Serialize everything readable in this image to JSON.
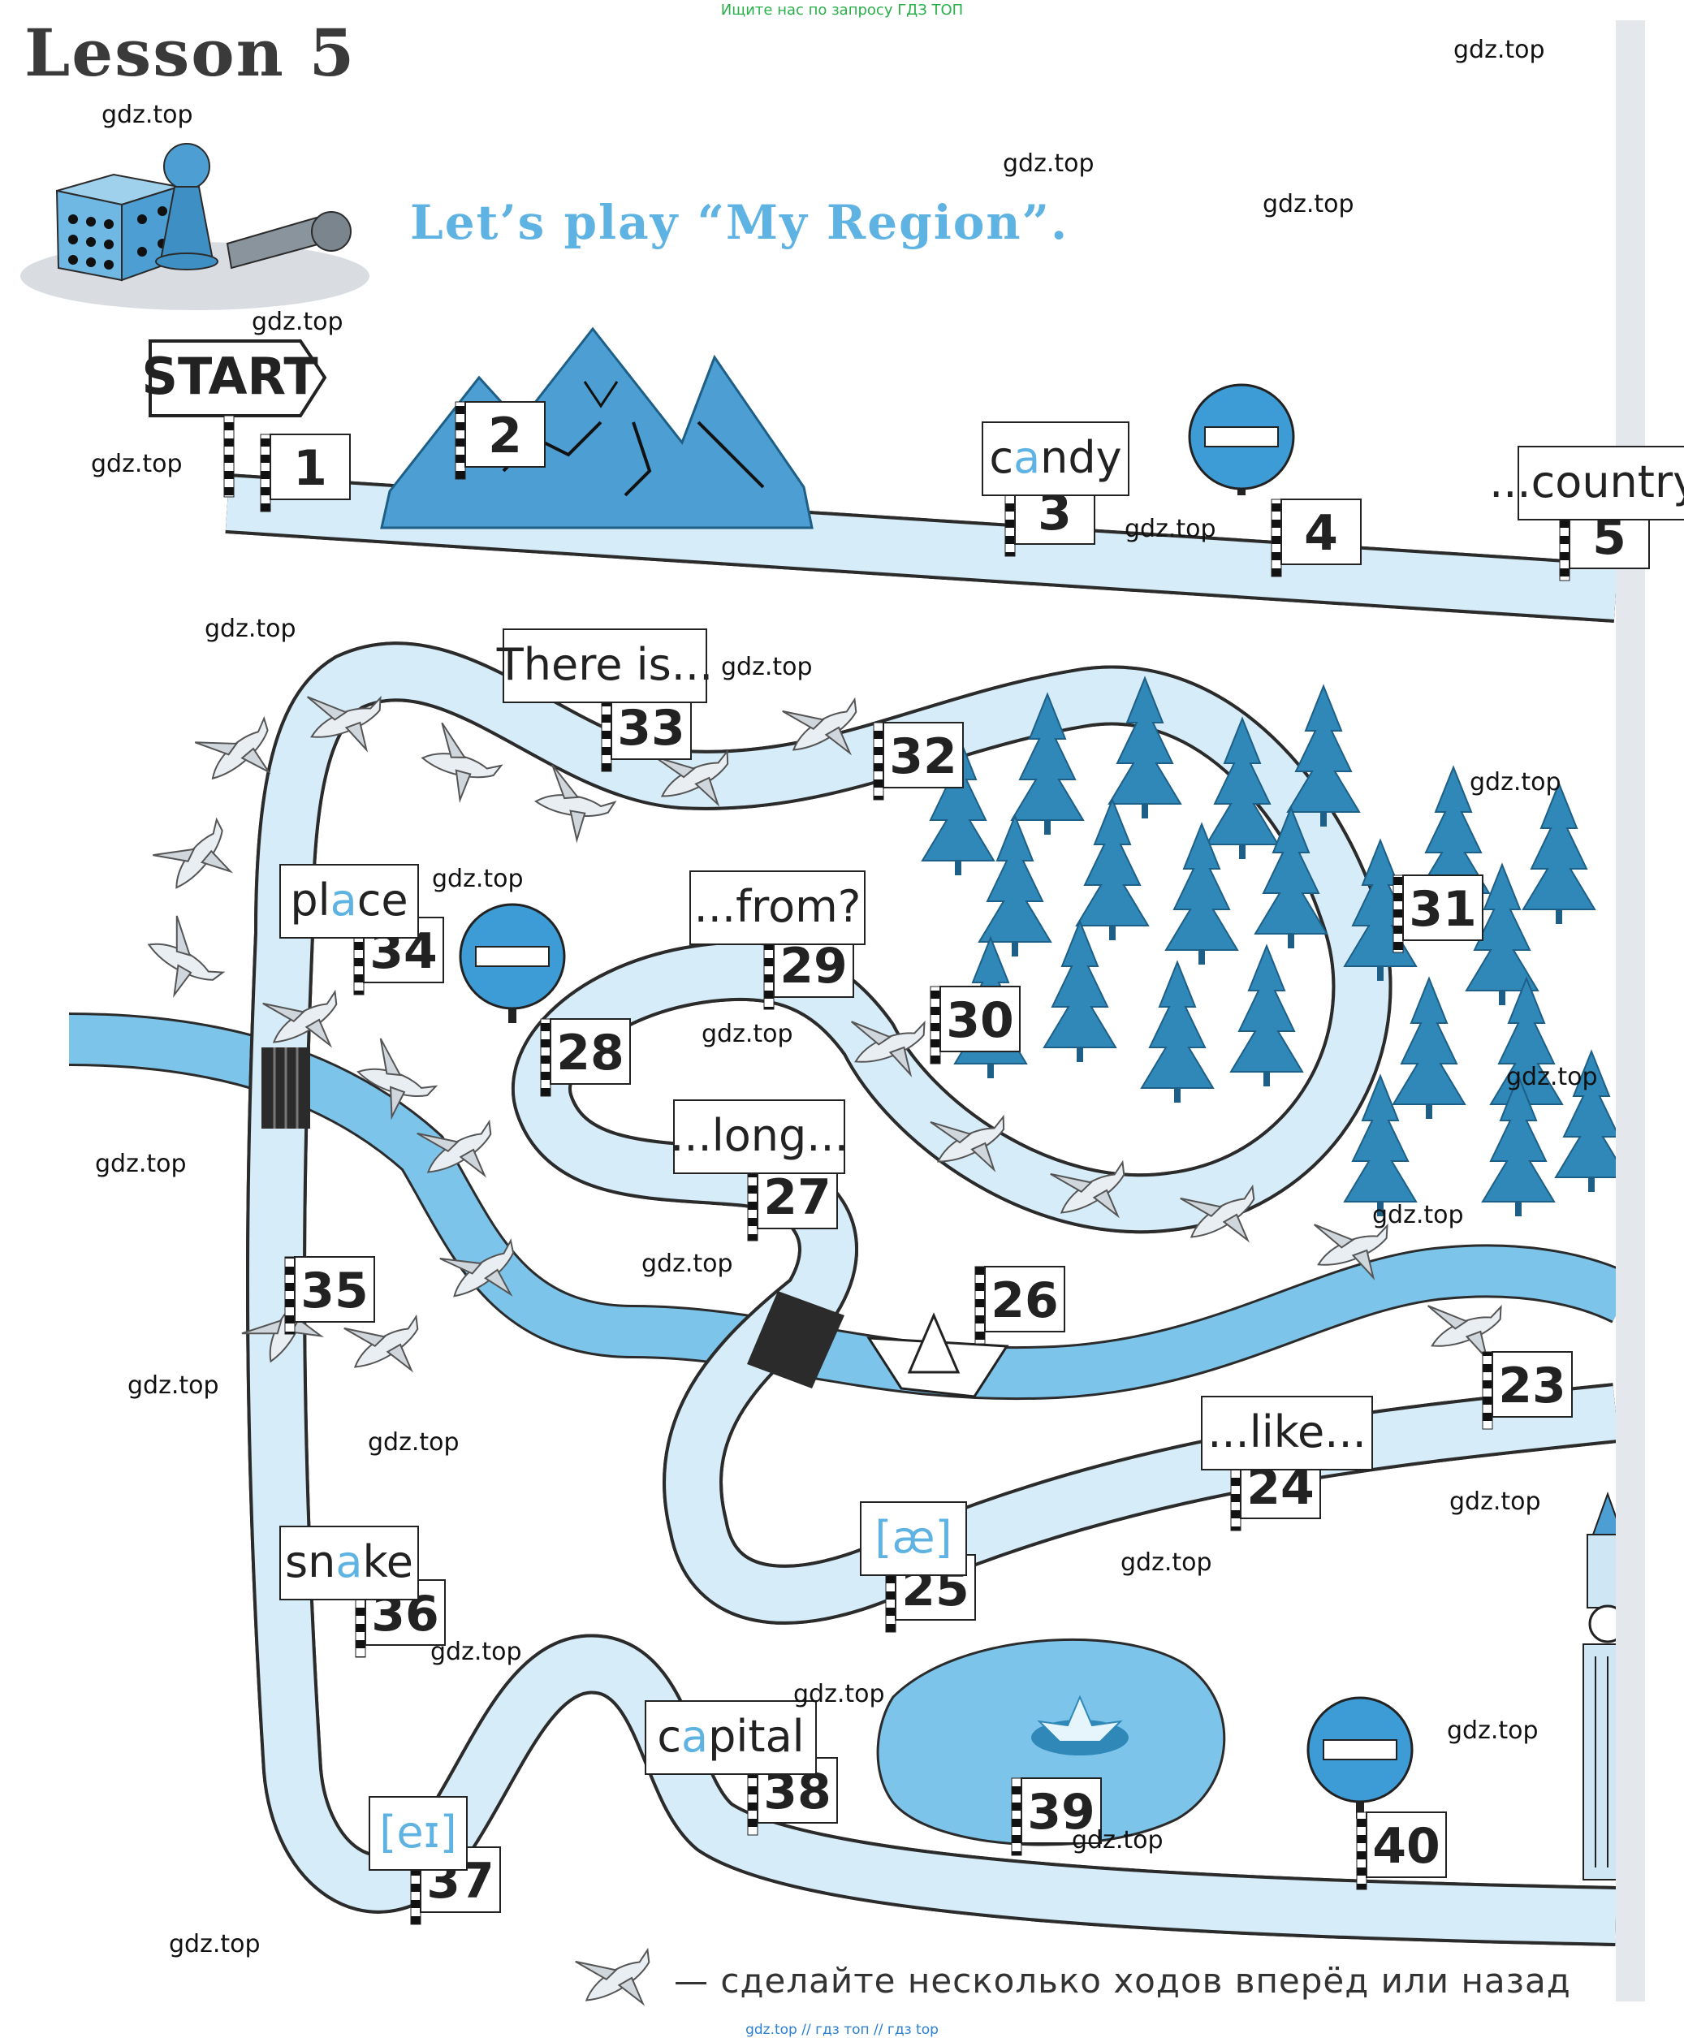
{
  "header": {
    "site_note": "Ищите нас по запросу ГДЗ ТОП",
    "lesson_title": "Lesson 5",
    "subtitle": "Let’s play “My Region”."
  },
  "start_sign": "START",
  "watermark": "gdz.top",
  "cells": [
    {
      "n": "1",
      "label": ""
    },
    {
      "n": "2",
      "label": ""
    },
    {
      "n": "3",
      "label": "candy",
      "hl": "a"
    },
    {
      "n": "4",
      "label": "",
      "icon": "no-entry-icon"
    },
    {
      "n": "5",
      "label": "...country..."
    },
    {
      "n": "23",
      "label": ""
    },
    {
      "n": "24",
      "label": "...like..."
    },
    {
      "n": "25",
      "label": "[æ]"
    },
    {
      "n": "26",
      "label": "",
      "icon": "paper-boat-icon"
    },
    {
      "n": "27",
      "label": "...long..."
    },
    {
      "n": "28",
      "label": "",
      "icon": "no-entry-icon"
    },
    {
      "n": "29",
      "label": "...from?"
    },
    {
      "n": "30",
      "label": ""
    },
    {
      "n": "31",
      "label": ""
    },
    {
      "n": "32",
      "label": ""
    },
    {
      "n": "33",
      "label": "There is..."
    },
    {
      "n": "34",
      "label": "place",
      "hl": "a"
    },
    {
      "n": "35",
      "label": ""
    },
    {
      "n": "36",
      "label": "snake",
      "hl": "a"
    },
    {
      "n": "37",
      "label": "[eɪ]"
    },
    {
      "n": "38",
      "label": "capital",
      "hl": "a"
    },
    {
      "n": "39",
      "label": ""
    },
    {
      "n": "40",
      "label": "",
      "icon": "no-entry-icon"
    }
  ],
  "legend": {
    "icon": "flying-duck-icon",
    "text": "— сделайте несколько ходов вперёд или назад"
  },
  "footer": "gdz.top // гдз топ // гдз top",
  "colors": {
    "path_fill": "#d6ecf8",
    "path_stroke": "#2b2b2b",
    "river": "#7cc4ea",
    "accent": "#5fb3e2",
    "tree": "#2f88b8",
    "sign_blue": "#3d9bd6"
  }
}
